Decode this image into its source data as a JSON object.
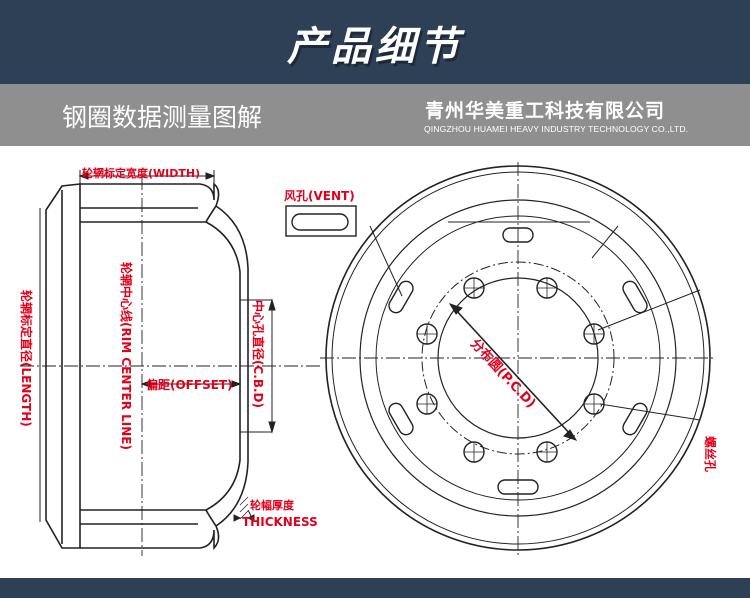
{
  "banner": {
    "title": "产品细节"
  },
  "subheader": {
    "title": "钢圈数据测量图解",
    "company_cn": "青州华美重工科技有限公司",
    "company_en": "QINGZHOU HUAMEI HEAVY INDUSTRY TECHNOLOGY CO.,LTD."
  },
  "labels": {
    "width": "轮辋标定宽度(WIDTH)",
    "rim_center": "轮辋中心线(RIM CENTER LINE)",
    "length": "轮辋标定直径(LENGTH)",
    "offset": "偏距(OFFSET)",
    "cbd": "中心孔直径(C.B.D)",
    "thickness_cn": "轮幅厚度",
    "thickness_en": "THICKNESS",
    "vent": "风孔(VENT)",
    "pcd": "分布圆(P.C.D)",
    "bolt_hole": "螺丝孔"
  },
  "colors": {
    "accent": "#e4001b",
    "banner": "#2d4055",
    "subbar": "#8f8f8f"
  }
}
